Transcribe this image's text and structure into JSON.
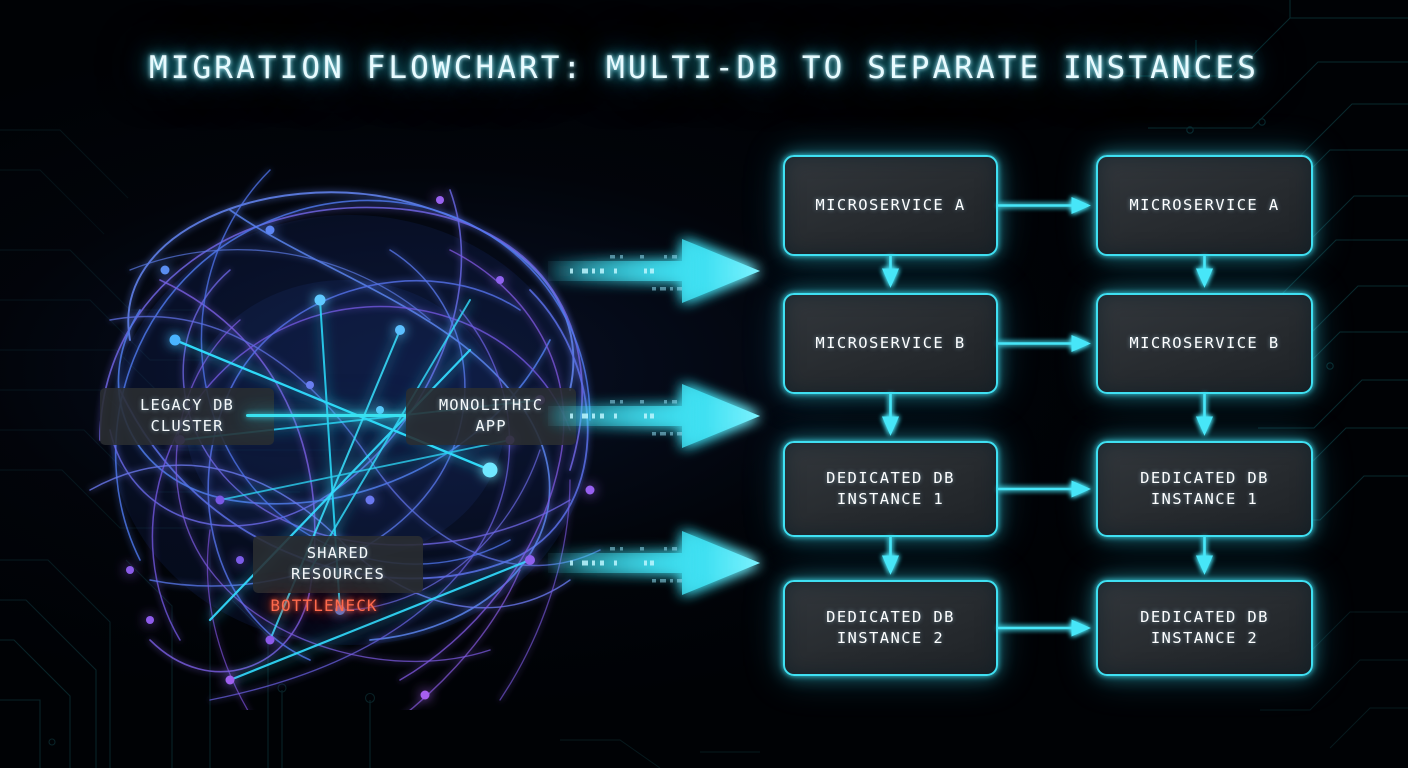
{
  "title": "MIGRATION FLOWCHART: MULTI-DB TO SEPARATE INSTANCES",
  "colors": {
    "background": "#000205",
    "accent_cyan": "#3fe0f2",
    "node_fill": "#272b2f",
    "node_text": "#fdfeff",
    "warning_red": "#ff6a4d",
    "title_text": "#e8fbff",
    "tangle_blue": "#4a7df0",
    "tangle_purple": "#8b5ce8",
    "tangle_bright_cyan": "#2fe0ff"
  },
  "legacy_side": {
    "labels": [
      {
        "name": "legacy-db-cluster",
        "text": "LEGACY DB\nCLUSTER"
      },
      {
        "name": "monolithic-app",
        "text": "MONOLITHIC\nAPP"
      },
      {
        "name": "shared-resources",
        "text": "SHARED\nRESOURCES"
      }
    ],
    "warning": "BOTTLENECK",
    "diagram_name": "legacy-dependency-tangle"
  },
  "migration_arrows": [
    {
      "name": "migration-arrow-1",
      "label": ""
    },
    {
      "name": "migration-arrow-2",
      "label": ""
    },
    {
      "name": "migration-arrow-3",
      "label": ""
    }
  ],
  "flow": {
    "columns": [
      {
        "name": "before-column",
        "nodes": [
          {
            "name": "node-microservice-a-before",
            "text": "MICROSERVICE A"
          },
          {
            "name": "node-microservice-b-before",
            "text": "MICROSERVICE B"
          },
          {
            "name": "node-dedicated-db-1-before",
            "text": "DEDICATED DB\nINSTANCE 1"
          },
          {
            "name": "node-dedicated-db-2-before",
            "text": "DEDICATED DB\nINSTANCE 2"
          }
        ]
      },
      {
        "name": "after-column",
        "nodes": [
          {
            "name": "node-microservice-a-after",
            "text": "MICROSERVICE A"
          },
          {
            "name": "node-microservice-b-after",
            "text": "MICROSERVICE B"
          },
          {
            "name": "node-dedicated-db-1-after",
            "text": "DEDICATED DB\nINSTANCE 1"
          },
          {
            "name": "node-dedicated-db-2-after",
            "text": "DEDICATED DB\nINSTANCE 2"
          }
        ]
      }
    ],
    "horizontal_connectors": 4,
    "vertical_connectors": 6
  },
  "chart_data": {
    "type": "diagram",
    "title": "MIGRATION FLOWCHART: MULTI-DB TO SEPARATE INSTANCES",
    "nodes": [
      {
        "id": "legacy-db-cluster",
        "label": "LEGACY DB CLUSTER",
        "group": "legacy"
      },
      {
        "id": "monolithic-app",
        "label": "MONOLITHIC APP",
        "group": "legacy"
      },
      {
        "id": "shared-resources",
        "label": "SHARED RESOURCES",
        "group": "legacy",
        "annotation": "BOTTLENECK"
      },
      {
        "id": "ms-a-before",
        "label": "MICROSERVICE A",
        "group": "before"
      },
      {
        "id": "ms-b-before",
        "label": "MICROSERVICE B",
        "group": "before"
      },
      {
        "id": "db1-before",
        "label": "DEDICATED DB INSTANCE 1",
        "group": "before"
      },
      {
        "id": "db2-before",
        "label": "DEDICATED DB INSTANCE 2",
        "group": "before"
      },
      {
        "id": "ms-a-after",
        "label": "MICROSERVICE A",
        "group": "after"
      },
      {
        "id": "ms-b-after",
        "label": "MICROSERVICE B",
        "group": "after"
      },
      {
        "id": "db1-after",
        "label": "DEDICATED DB INSTANCE 1",
        "group": "after"
      },
      {
        "id": "db2-after",
        "label": "DEDICATED DB INSTANCE 2",
        "group": "after"
      }
    ],
    "edges": [
      {
        "from": "legacy-db-cluster",
        "to": "monolithic-app",
        "style": "line"
      },
      {
        "from": "ms-a-before",
        "to": "ms-a-after",
        "style": "arrow-right"
      },
      {
        "from": "ms-b-before",
        "to": "ms-b-after",
        "style": "arrow-right"
      },
      {
        "from": "db1-before",
        "to": "db1-after",
        "style": "arrow-right"
      },
      {
        "from": "db2-before",
        "to": "db2-after",
        "style": "arrow-right"
      },
      {
        "from": "ms-a-before",
        "to": "ms-b-before",
        "style": "arrow-down"
      },
      {
        "from": "ms-b-before",
        "to": "db1-before",
        "style": "arrow-down"
      },
      {
        "from": "db1-before",
        "to": "db2-before",
        "style": "arrow-down"
      },
      {
        "from": "ms-a-after",
        "to": "ms-b-after",
        "style": "arrow-down"
      },
      {
        "from": "ms-b-after",
        "to": "db1-after",
        "style": "arrow-down"
      },
      {
        "from": "db1-after",
        "to": "db2-after",
        "style": "arrow-down"
      },
      {
        "from": "legacy-cluster",
        "to": "before-column",
        "style": "big-arrow",
        "count": 3
      }
    ]
  }
}
